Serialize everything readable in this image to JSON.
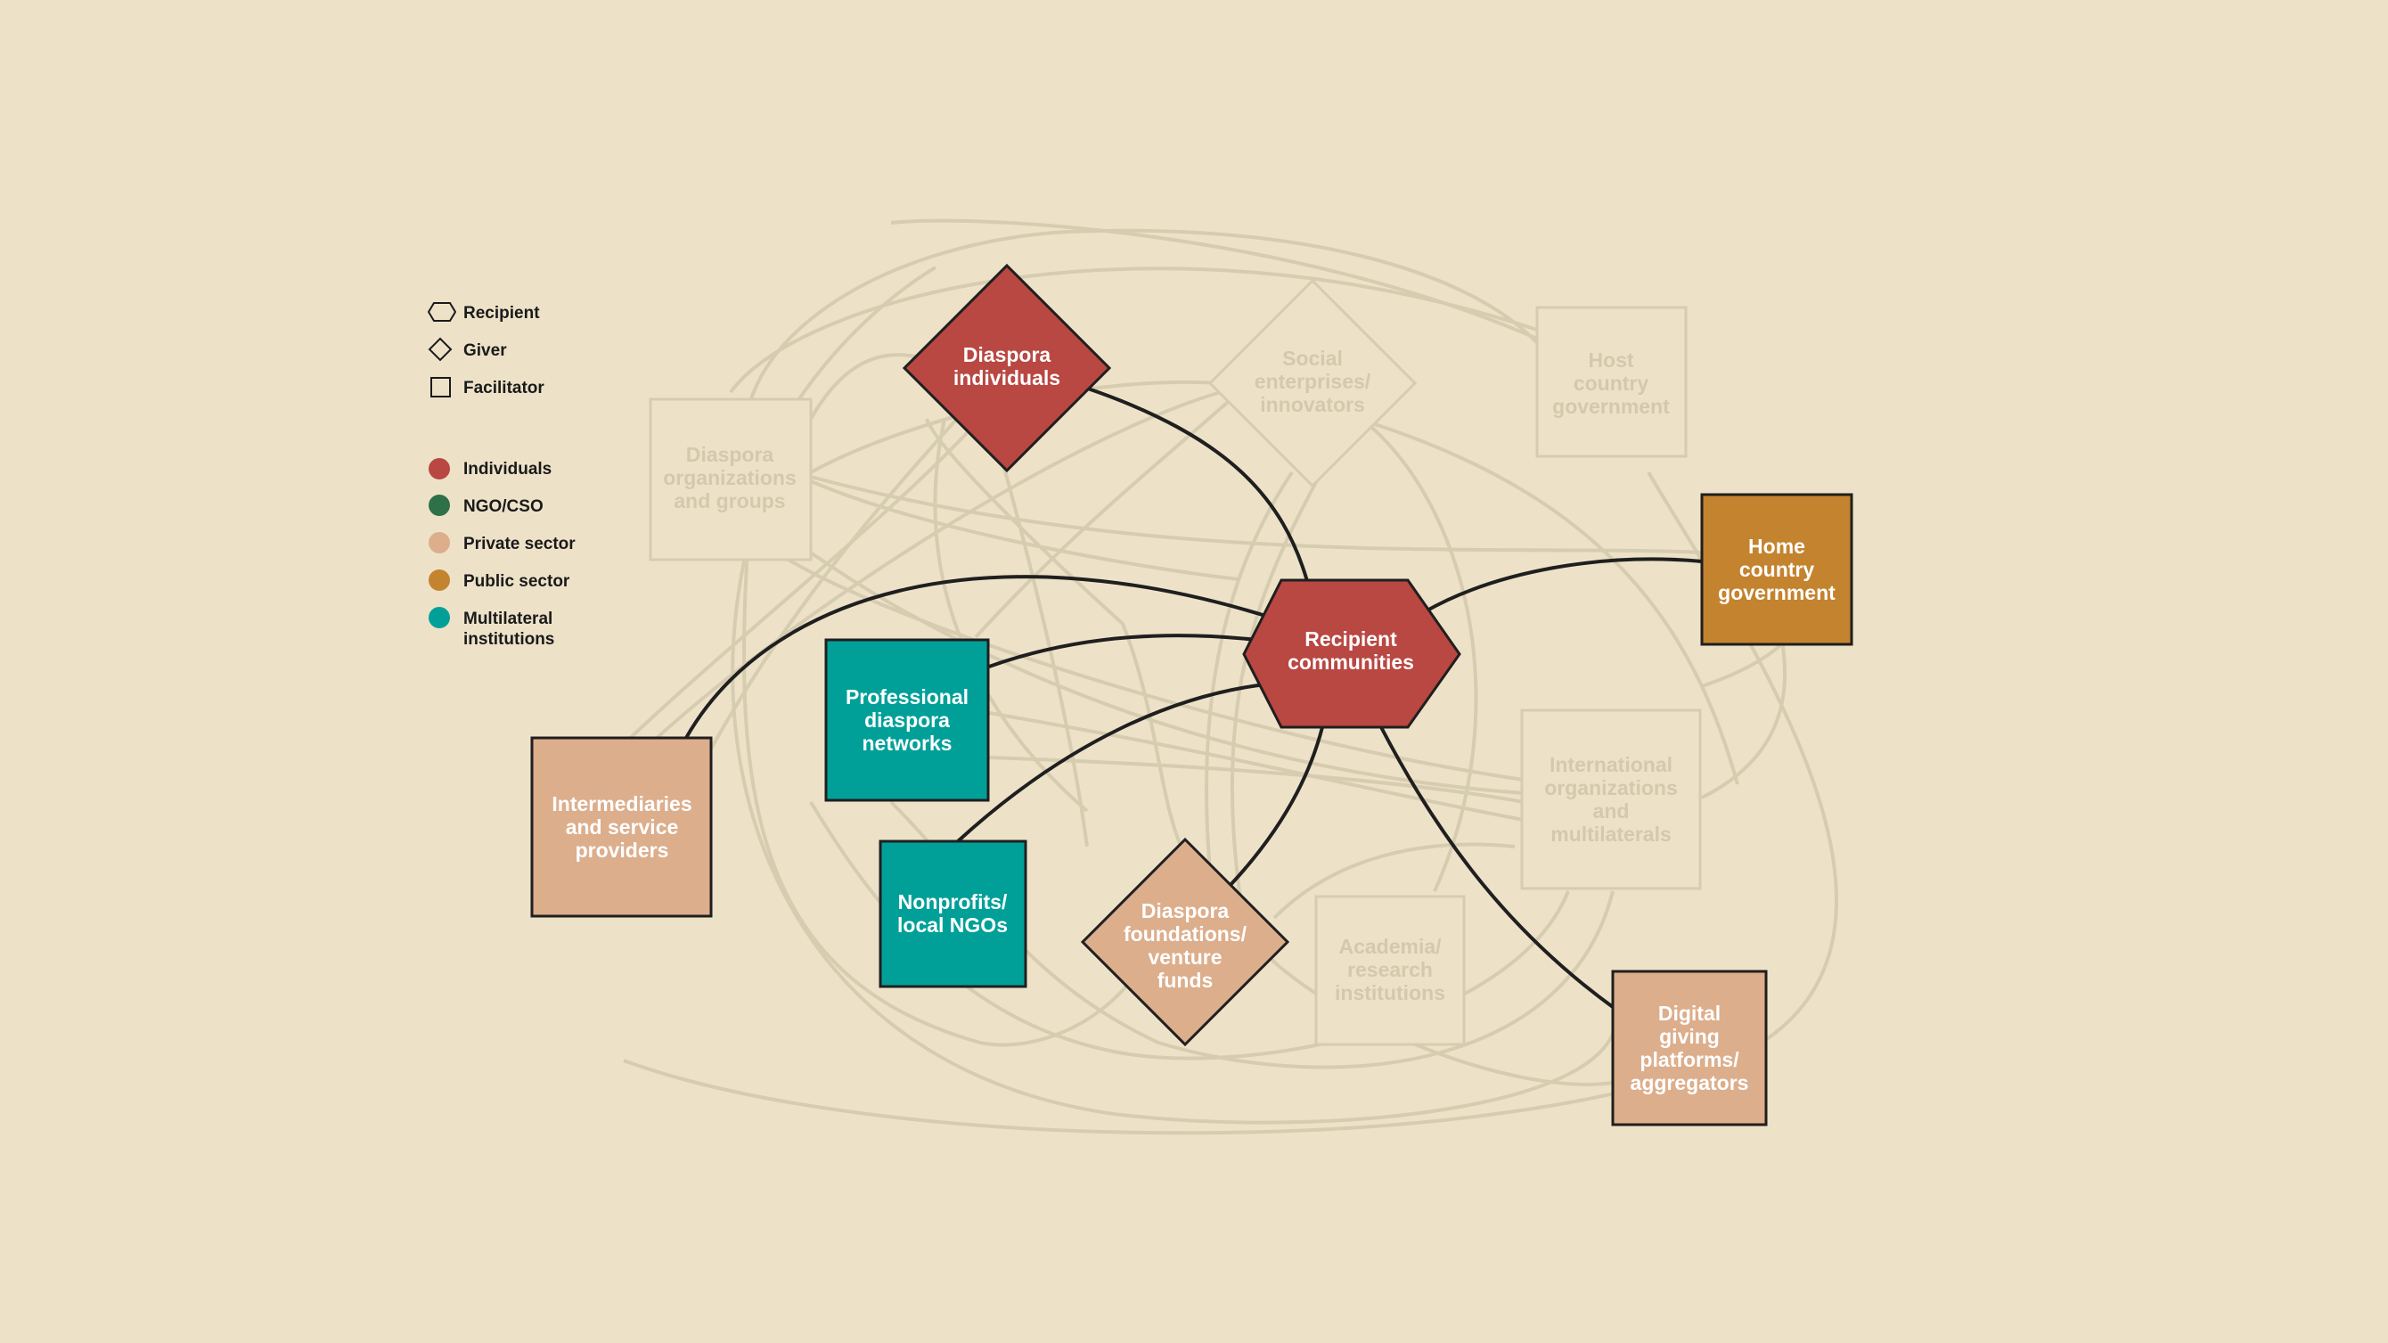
{
  "colors": {
    "background": "#EDE2C8",
    "individuals": "#B94742",
    "ngo_cso": "#2E7048",
    "private_sector": "#DCAE8C",
    "public_sector": "#C4832E",
    "multilateral": "#00A099",
    "faded_stroke": "#D6CCB0",
    "faded_text": "#D3C9AD",
    "dark_stroke": "#1f1f1f"
  },
  "legend": {
    "shapes": [
      {
        "label": "Recipient",
        "icon": "hexagon-icon"
      },
      {
        "label": "Giver",
        "icon": "diamond-icon"
      },
      {
        "label": "Facilitator",
        "icon": "square-icon"
      }
    ],
    "sectors": [
      {
        "label": "Individuals",
        "color": "#B94742"
      },
      {
        "label": "NGO/CSO",
        "color": "#2E7048"
      },
      {
        "label": "Private sector",
        "color": "#DCAE8C"
      },
      {
        "label": "Public sector",
        "color": "#C4832E"
      },
      {
        "label": "Multilateral",
        "label2": "institutions",
        "color": "#00A099"
      }
    ]
  },
  "nodes": {
    "diaspora_individuals": {
      "lines": [
        "Diaspora",
        "individuals"
      ]
    },
    "social_enterprises": {
      "lines": [
        "Social",
        "enterprises/",
        "innovators"
      ]
    },
    "host_country_government": {
      "lines": [
        "Host",
        "country",
        "government"
      ]
    },
    "diaspora_organizations": {
      "lines": [
        "Diaspora",
        "organizations",
        "and groups"
      ]
    },
    "home_country_government": {
      "lines": [
        "Home",
        "country",
        "government"
      ]
    },
    "recipient_communities": {
      "lines": [
        "Recipient",
        "communities"
      ]
    },
    "professional_networks": {
      "lines": [
        "Professional",
        "diaspora",
        "networks"
      ]
    },
    "intermediaries": {
      "lines": [
        "Intermediaries",
        "and service",
        "providers"
      ]
    },
    "international_organizations": {
      "lines": [
        "International",
        "organizations",
        "and",
        "multilaterals"
      ]
    },
    "nonprofits": {
      "lines": [
        "Nonprofits/",
        "local NGOs"
      ]
    },
    "diaspora_foundations": {
      "lines": [
        "Diaspora",
        "foundations/",
        "venture",
        "funds"
      ]
    },
    "academia": {
      "lines": [
        "Academia/",
        "research",
        "institutions"
      ]
    },
    "digital_giving": {
      "lines": [
        "Digital",
        "giving",
        "platforms/",
        "aggregators"
      ]
    }
  }
}
